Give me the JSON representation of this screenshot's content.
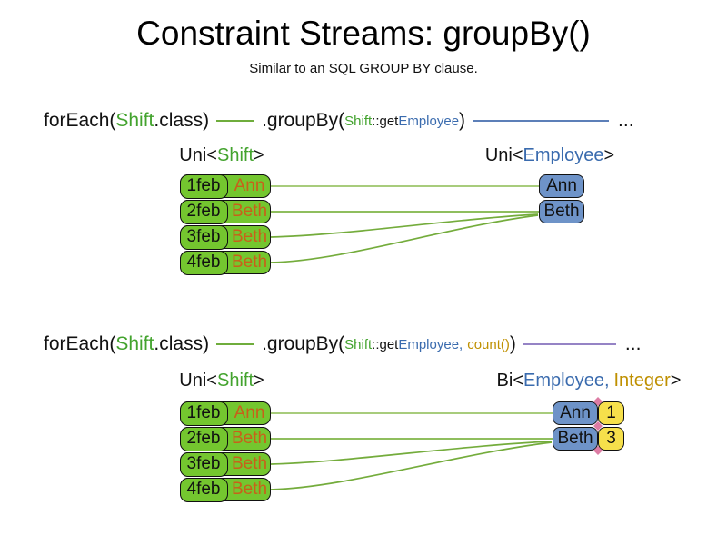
{
  "title": "Constraint Streams: groupBy()",
  "subtitle": "Similar to an SQL GROUP BY clause.",
  "colors": {
    "code_green": "#43A32E",
    "code_blue": "#3A6BAE",
    "code_gold": "#BF9000",
    "name_orange": "#C8601A",
    "green_box_fill": "#74C62F",
    "blue_box_fill": "#6E93C8",
    "yellow_box_fill": "#F6E04B",
    "box_border": "#111111",
    "line_green_light": "#9BC56A",
    "line_green_mid": "#7FB547",
    "line_green_curve": "#74AC3C",
    "code_line_green": "#6FAD3C",
    "line_blue": "#5C7FB8",
    "line_purple": "#9583C5",
    "pink_diamond": "#DD7CA4"
  },
  "sections": [
    {
      "code": {
        "foreach_open": "forEach(",
        "foreach_class": "Shift",
        "foreach_close": ".class)",
        "groupby_open": ".groupBy(",
        "key_class": "Shift",
        "key_accessor": "::get",
        "key_property": "Employee",
        "groupby_close": ")",
        "ellipsis": "..."
      },
      "source_type": {
        "prefix": "Uni<",
        "param1": "Shift",
        "suffix": ">"
      },
      "result_type": {
        "prefix": "Uni<",
        "param1": "Employee",
        "suffix": ">"
      },
      "shift_rows": [
        {
          "date": "1feb",
          "employee": "Ann"
        },
        {
          "date": "2feb",
          "employee": "Beth"
        },
        {
          "date": "3feb",
          "employee": "Beth"
        },
        {
          "date": "4feb",
          "employee": "Beth"
        }
      ],
      "result_rows": [
        {
          "employee": "Ann"
        },
        {
          "employee": "Beth"
        }
      ],
      "links": [
        {
          "from": "1feb",
          "to": "Ann"
        },
        {
          "from": "2feb",
          "to": "Beth"
        },
        {
          "from": "3feb",
          "to": "Beth"
        },
        {
          "from": "4feb",
          "to": "Beth"
        }
      ]
    },
    {
      "code": {
        "foreach_open": "forEach(",
        "foreach_class": "Shift",
        "foreach_close": ".class)",
        "groupby_open": ".groupBy(",
        "key_class": "Shift",
        "key_accessor": "::get",
        "key_property": "Employee",
        "arg_separator": ",",
        "collector": "count()",
        "groupby_close": ")",
        "ellipsis": "..."
      },
      "source_type": {
        "prefix": "Uni<",
        "param1": "Shift",
        "suffix": ">"
      },
      "result_type": {
        "prefix": "Bi<",
        "param1": "Employee",
        "separator": ",",
        "param2": "Integer",
        "suffix": ">"
      },
      "shift_rows": [
        {
          "date": "1feb",
          "employee": "Ann"
        },
        {
          "date": "2feb",
          "employee": "Beth"
        },
        {
          "date": "3feb",
          "employee": "Beth"
        },
        {
          "date": "4feb",
          "employee": "Beth"
        }
      ],
      "result_rows": [
        {
          "employee": "Ann",
          "count": "1"
        },
        {
          "employee": "Beth",
          "count": "3"
        }
      ],
      "links": [
        {
          "from": "1feb",
          "to": "Ann"
        },
        {
          "from": "2feb",
          "to": "Beth"
        },
        {
          "from": "3feb",
          "to": "Beth"
        },
        {
          "from": "4feb",
          "to": "Beth"
        }
      ]
    }
  ]
}
